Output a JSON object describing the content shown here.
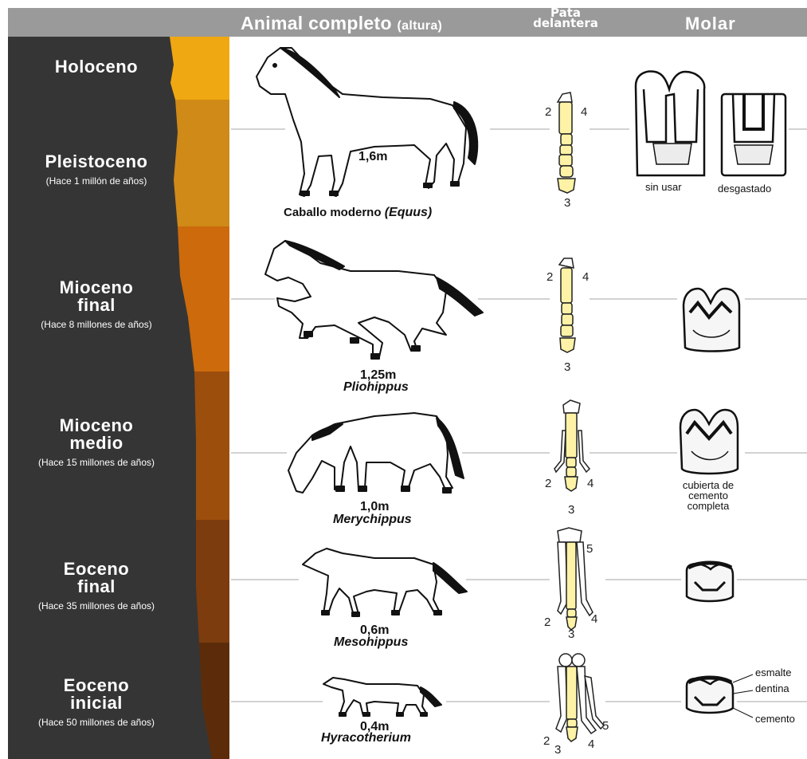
{
  "header": {
    "animal_title": "Animal completo",
    "animal_note": "(altura)",
    "pata_line1": "Pata",
    "pata_line2": "delantera",
    "molar": "Molar"
  },
  "eras": [
    {
      "line1": "Holoceno",
      "line2": "",
      "sub": ""
    },
    {
      "line1": "Pleistoceno",
      "line2": "",
      "sub": "(Hace 1 millón de años)"
    },
    {
      "line1": "Mioceno",
      "line2": "final",
      "sub": "(Hace 8 millones de años)"
    },
    {
      "line1": "Mioceno",
      "line2": "medio",
      "sub": "(Hace 15 millones de años)"
    },
    {
      "line1": "Eoceno",
      "line2": "final",
      "sub": "(Hace 35 millones de años)"
    },
    {
      "line1": "Eoceno",
      "line2": "inicial",
      "sub": "(Hace 50 millones de años)"
    }
  ],
  "stages": [
    {
      "height": "1,6m",
      "name_prefix": "Caballo moderno",
      "name_italic": "(Equus)",
      "toes": {
        "a": "2",
        "b": "4",
        "c": "3"
      }
    },
    {
      "height": "1,25m",
      "name_prefix": "",
      "name_italic": "Pliohippus",
      "toes": {
        "a": "2",
        "b": "4",
        "c": "3"
      }
    },
    {
      "height": "1,0m",
      "name_prefix": "",
      "name_italic": "Merychippus",
      "toes": {
        "a": "2",
        "b": "4",
        "c": "3"
      }
    },
    {
      "height": "0,6m",
      "name_prefix": "",
      "name_italic": "Mesohippus",
      "toes": {
        "a": "2",
        "b": "4",
        "c": "3",
        "d": "5"
      }
    },
    {
      "height": "0,4m",
      "name_prefix": "",
      "name_italic": "Hyracotherium",
      "toes": {
        "a": "2",
        "b": "4",
        "c": "3",
        "d": "5"
      }
    }
  ],
  "molar_labels": {
    "unused": "sin usar",
    "worn": "desgastado",
    "cement_line1": "cubierta de",
    "cement_line2": "cemento",
    "cement_line3": "completa",
    "enamel": "esmalte",
    "dentine": "dentina",
    "cement": "cemento"
  },
  "colors": {
    "header": "#9a9a9a",
    "sidebar": "#353535",
    "bone": "#fdf2a6",
    "strata": [
      "#f0a812",
      "#cf8a18",
      "#cc6a0c",
      "#9c4e0c",
      "#7c3c0e",
      "#5c2c0a"
    ]
  }
}
